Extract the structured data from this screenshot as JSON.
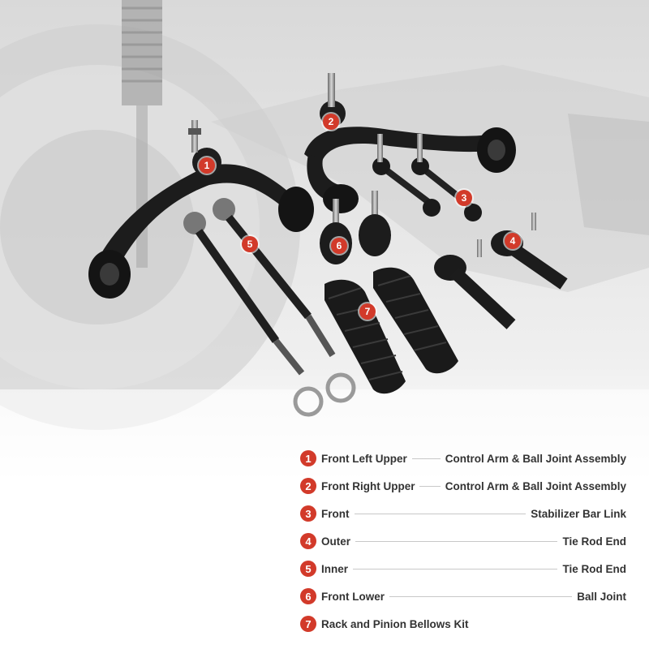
{
  "colors": {
    "accent": "#d23a2a",
    "text": "#333333"
  },
  "callouts": [
    {
      "num": "1"
    },
    {
      "num": "2"
    },
    {
      "num": "3"
    },
    {
      "num": "4"
    },
    {
      "num": "5"
    },
    {
      "num": "6"
    },
    {
      "num": "7"
    }
  ],
  "legend": [
    {
      "num": "1",
      "left": "Front Left Upper",
      "right": "Control Arm & Ball Joint Assembly"
    },
    {
      "num": "2",
      "left": "Front Right Upper",
      "right": "Control Arm & Ball Joint Assembly"
    },
    {
      "num": "3",
      "left": "Front",
      "right": "Stabilizer Bar Link"
    },
    {
      "num": "4",
      "left": "Outer",
      "right": "Tie Rod End"
    },
    {
      "num": "5",
      "left": "Inner",
      "right": "Tie Rod End"
    },
    {
      "num": "6",
      "left": "Front Lower",
      "right": "Ball Joint"
    },
    {
      "num": "7",
      "left": "Rack and Pinion Bellows Kit",
      "right": ""
    }
  ]
}
